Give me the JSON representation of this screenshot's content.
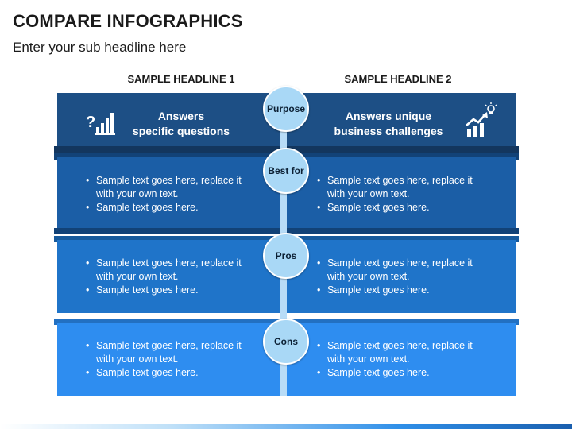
{
  "title": "COMPARE INFOGRAPHICS",
  "subtitle": "Enter your sub headline here",
  "columns": {
    "left_headline": "SAMPLE HEADLINE 1",
    "right_headline": "SAMPLE HEADLINE 2"
  },
  "rows": {
    "purpose": {
      "label": "Purpose",
      "left_line1": "Answers",
      "left_line2": "specific questions",
      "right_line1": "Answers unique",
      "right_line2": "business challenges",
      "left_icon": "question-bar-chart-icon",
      "right_icon": "growth-chart-idea-icon"
    },
    "best_for": {
      "label": "Best for",
      "left": [
        "Sample text goes here, replace it with your own text.",
        "Sample text goes here."
      ],
      "right": [
        "Sample text goes here, replace it with your own text.",
        "Sample text goes here."
      ]
    },
    "pros": {
      "label": "Pros",
      "left": [
        "Sample text goes here, replace it with your own text.",
        "Sample text goes here."
      ],
      "right": [
        "Sample text goes here, replace it with your own text.",
        "Sample text goes here."
      ]
    },
    "cons": {
      "label": "Cons",
      "left": [
        "Sample text goes here, replace it with your own text.",
        "Sample text goes here."
      ],
      "right": [
        "Sample text goes here, replace it with your own text.",
        "Sample text goes here."
      ]
    }
  },
  "colors": {
    "purpose_band": "#1d4f85",
    "best_for_band": "#1b5ea6",
    "pros_band": "#1f74c9",
    "cons_band": "#2e8df0",
    "node_fill": "#a9d8f6"
  }
}
